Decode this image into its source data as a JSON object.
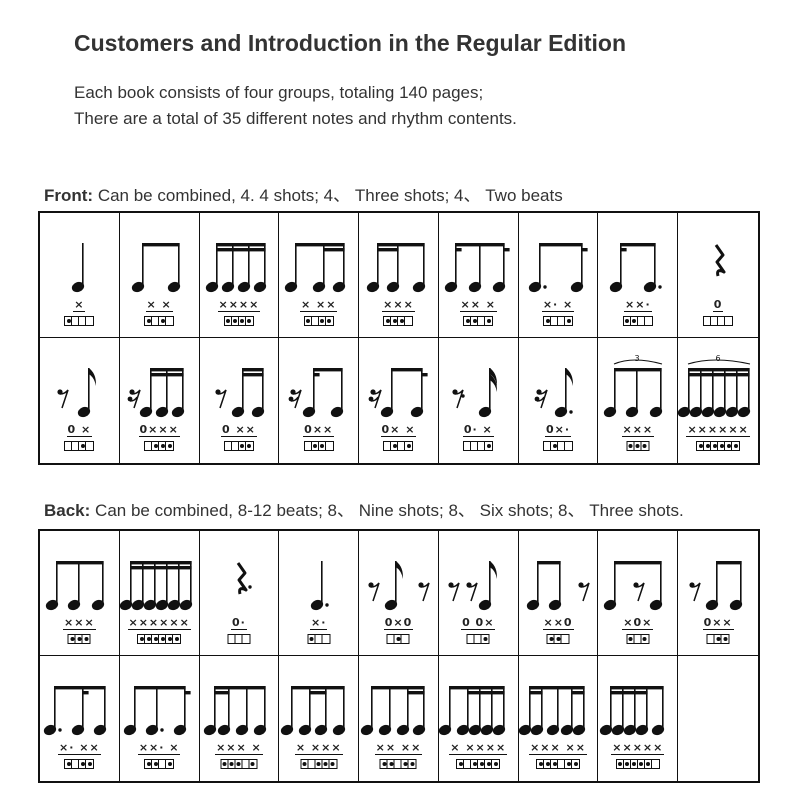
{
  "header": {
    "title": "Customers and Introduction in the Regular Edition",
    "line1": "Each book consists of four groups, totaling 140 pages;",
    "line2": "There are a total of 35 different notes and rhythm contents."
  },
  "front": {
    "label_bold": "Front:",
    "label_text": " Can be combined, 4. 4 shots; 4、 Three shots; 4、 Two beats",
    "cards": [
      {
        "glyph": "quarter",
        "caption": "×",
        "boxes": [
          1,
          0,
          0,
          0
        ]
      },
      {
        "glyph": "eighth2",
        "caption": "× ×",
        "boxes": [
          1,
          0,
          1,
          0
        ]
      },
      {
        "glyph": "six4",
        "caption": "××××",
        "boxes": [
          1,
          1,
          1,
          1
        ]
      },
      {
        "glyph": "e-ss",
        "caption": "× ××",
        "boxes": [
          1,
          0,
          1,
          1
        ]
      },
      {
        "glyph": "ss-e",
        "caption": "×××",
        "boxes": [
          1,
          1,
          1,
          0
        ]
      },
      {
        "glyph": "s-e-s",
        "caption": "×× ×",
        "boxes": [
          1,
          1,
          0,
          1
        ]
      },
      {
        "glyph": "de-s",
        "caption": "×· ×",
        "boxes": [
          1,
          0,
          0,
          1
        ]
      },
      {
        "glyph": "s-de",
        "caption": "××·",
        "boxes": [
          1,
          1,
          0,
          0
        ]
      },
      {
        "glyph": "qrest",
        "caption": "0",
        "boxes": [
          0,
          0,
          0,
          0
        ]
      },
      {
        "glyph": "r-e",
        "caption": "0 ×",
        "boxes": [
          0,
          0,
          1,
          0
        ]
      },
      {
        "glyph": "r-sss",
        "caption": "0×××",
        "boxes": [
          0,
          1,
          1,
          1
        ]
      },
      {
        "glyph": "er-ss",
        "caption": "0 ××",
        "boxes": [
          0,
          0,
          1,
          1
        ]
      },
      {
        "glyph": "sr-s-e",
        "caption": "0××",
        "boxes": [
          0,
          1,
          1,
          0
        ]
      },
      {
        "glyph": "sr-e-s",
        "caption": "0× ×",
        "boxes": [
          0,
          1,
          0,
          1
        ]
      },
      {
        "glyph": "der-s",
        "caption": "0· ×",
        "boxes": [
          0,
          0,
          0,
          1
        ]
      },
      {
        "glyph": "sr-de",
        "caption": "0×·",
        "boxes": [
          0,
          1,
          0,
          0
        ]
      },
      {
        "glyph": "trip",
        "caption": "×××",
        "boxes": [
          1,
          1,
          1
        ],
        "tuplet": "3"
      },
      {
        "glyph": "sext",
        "caption": "××××××",
        "boxes": [
          1,
          1,
          1,
          1,
          1,
          1
        ],
        "tuplet": "6"
      }
    ]
  },
  "back": {
    "label_bold": "Back:",
    "label_text": " Can be combined, 8-12 beats; 8、 Nine shots; 8、 Six shots; 8、 Three shots.",
    "cards": [
      {
        "glyph": "e3",
        "caption": "×××",
        "boxes": [
          1,
          1,
          1
        ]
      },
      {
        "glyph": "s6",
        "caption": "××××××",
        "boxes": [
          1,
          1,
          1,
          1,
          1,
          1
        ]
      },
      {
        "glyph": "dqrest",
        "caption": "0·",
        "boxes": [
          0,
          0,
          0
        ]
      },
      {
        "glyph": "dquarter",
        "caption": "×·",
        "boxes": [
          1,
          0,
          0
        ]
      },
      {
        "glyph": "r-e-r",
        "caption": "0×0",
        "boxes": [
          0,
          1,
          0
        ]
      },
      {
        "glyph": "r-r-e",
        "caption": "0 0×",
        "boxes": [
          0,
          0,
          1
        ]
      },
      {
        "glyph": "ee-r",
        "caption": "××0",
        "boxes": [
          1,
          1,
          0
        ]
      },
      {
        "glyph": "e-r-e",
        "caption": "×0×",
        "boxes": [
          1,
          0,
          1
        ]
      },
      {
        "glyph": "r-ee",
        "caption": "0××",
        "boxes": [
          0,
          1,
          1
        ]
      },
      {
        "glyph": "de-s-e",
        "caption": "×· ××",
        "boxes": [
          1,
          0,
          1,
          1
        ]
      },
      {
        "glyph": "e-de-s",
        "caption": "××· ×",
        "boxes": [
          1,
          1,
          0,
          1
        ]
      },
      {
        "glyph": "ss-e-e",
        "caption": "××× ×",
        "boxes": [
          1,
          1,
          1,
          0,
          1
        ]
      },
      {
        "glyph": "e-ss-e",
        "caption": "× ×××",
        "boxes": [
          1,
          0,
          1,
          1,
          1
        ]
      },
      {
        "glyph": "e-e-ss",
        "caption": "×× ××",
        "boxes": [
          1,
          1,
          0,
          1,
          1
        ]
      },
      {
        "glyph": "e-ssss",
        "caption": "× ××××",
        "boxes": [
          1,
          0,
          1,
          1,
          1,
          1
        ]
      },
      {
        "glyph": "ss-e-ss",
        "caption": "××× ××",
        "boxes": [
          1,
          1,
          1,
          0,
          1,
          1
        ]
      },
      {
        "glyph": "ssss-e",
        "caption": "×××××",
        "boxes": [
          1,
          1,
          1,
          1,
          1,
          0
        ]
      },
      {
        "glyph": "empty",
        "caption": "",
        "boxes": []
      }
    ]
  }
}
